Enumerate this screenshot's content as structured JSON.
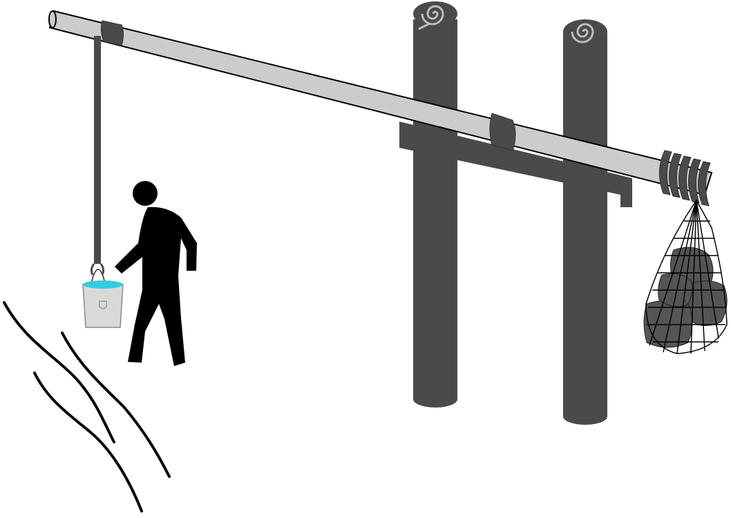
{
  "colors": {
    "background": "#ffffff",
    "post": "#4a4a4a",
    "post_ring": "#bdbdbd",
    "beam": "#cccccc",
    "beam_outline": "#000000",
    "binding": "#4a4a4a",
    "rope": "#4a4a4a",
    "person": "#000000",
    "bucket": "#d9d9d9",
    "water": "#33ccdd",
    "net": "#000000",
    "stones": "#555555",
    "ground_lines": "#000000"
  },
  "elements": [
    "support-posts",
    "crossbar",
    "lever-beam",
    "rope-bindings",
    "hanging-rope",
    "water-bucket",
    "person-silhouette",
    "stone-counterweight-net",
    "ground-lines"
  ]
}
